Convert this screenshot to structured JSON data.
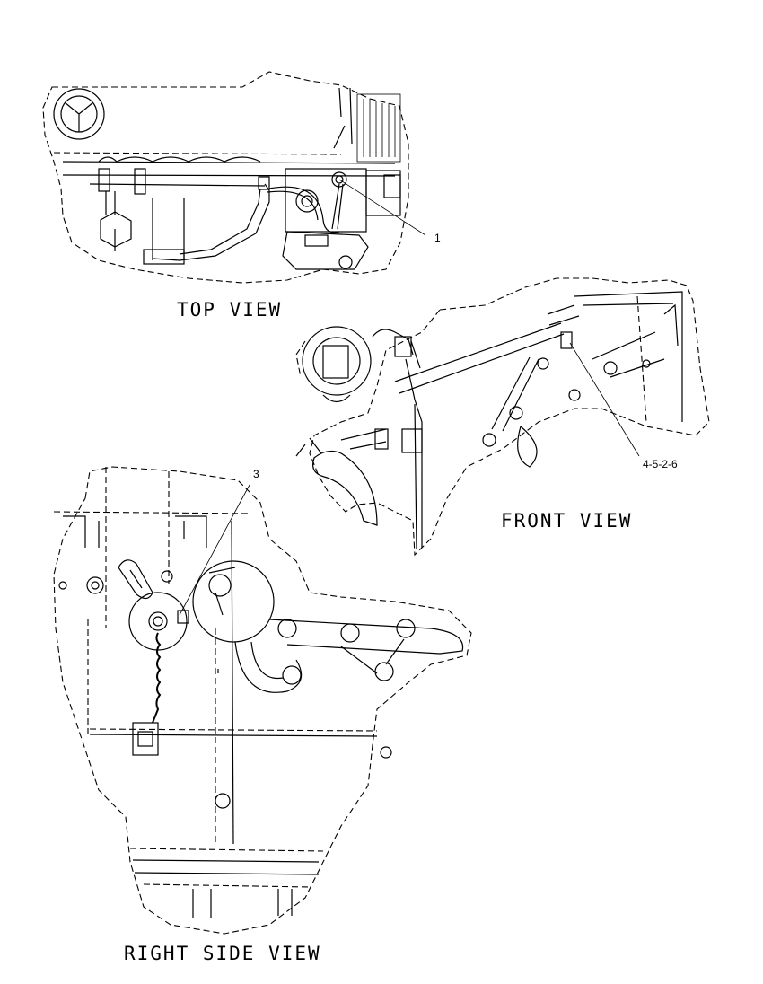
{
  "views": {
    "top": {
      "title": "TOP VIEW"
    },
    "front": {
      "title": "FRONT VIEW"
    },
    "right_side": {
      "title": "RIGHT SIDE VIEW"
    }
  },
  "callouts": {
    "item_1": "1",
    "item_3": "3",
    "item_4_5_2_6": "4-5-2-6"
  }
}
